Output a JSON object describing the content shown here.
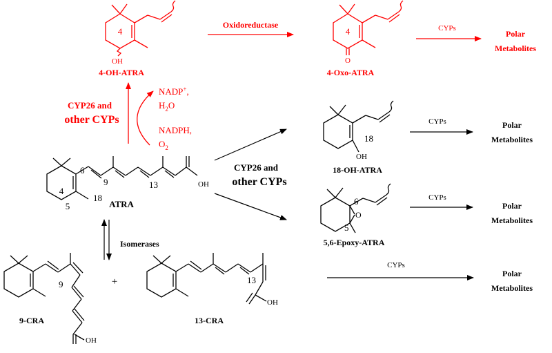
{
  "colors": {
    "accent": "#ff0000",
    "ink": "#000000"
  },
  "compounds": {
    "hydroxy": "4-OH-ATRA",
    "oxo": "4-Oxo-ATRA",
    "atra": "ATRA",
    "oh18": "18-OH-ATRA",
    "epoxy": "5,6-Epoxy-ATRA",
    "cra9": "9-CRA",
    "cra13": "13-CRA"
  },
  "atoms": {
    "oh": "OH",
    "o": "O",
    "n4": "4",
    "n5": "5",
    "n6": "6",
    "n9": "9",
    "n13": "13",
    "n18": "18"
  },
  "enzymes": {
    "oxidoreductase": "Oxidoreductase",
    "cyps": "CYPs",
    "cyp26_line1": "CYP26 and",
    "cyp26_line2": "other CYPs",
    "isomerases": "Isomerases"
  },
  "cofactors": {
    "nadp_plus": "NADP",
    "nadp_sup": "+",
    "nadp_comma": ",",
    "h2o_h": "H",
    "h2o_sub": "2",
    "h2o_o": "O",
    "nadph": "NADPH,",
    "o2_o": "O",
    "o2_sub": "2"
  },
  "products": {
    "polar": "Polar",
    "metabolites": "Metabolites"
  },
  "plus": "+"
}
